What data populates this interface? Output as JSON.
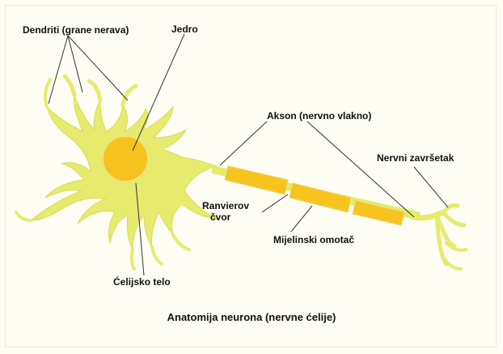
{
  "labels": {
    "dendrites": "Dendriti (grane nerava)",
    "nucleus": "Jedro",
    "axon": "Akson (nervno vlakno)",
    "axon_terminal": "Nervni završetak",
    "node_of_ranvier_line1": "Ranvierov",
    "node_of_ranvier_line2": "čvor",
    "myelin_sheath": "Mijelinski omotač",
    "cell_body": "Ćelijsko telo"
  },
  "caption": "Anatomija neurona (nervne ćelije)",
  "colors": {
    "background": "#fdfdf3",
    "cell_fill": "#e6eb6e",
    "cell_outline": "#d7dc55",
    "nucleus_fill": "#f6c21c",
    "myelin_fill": "#f7c41e",
    "leader_line": "#333333"
  }
}
